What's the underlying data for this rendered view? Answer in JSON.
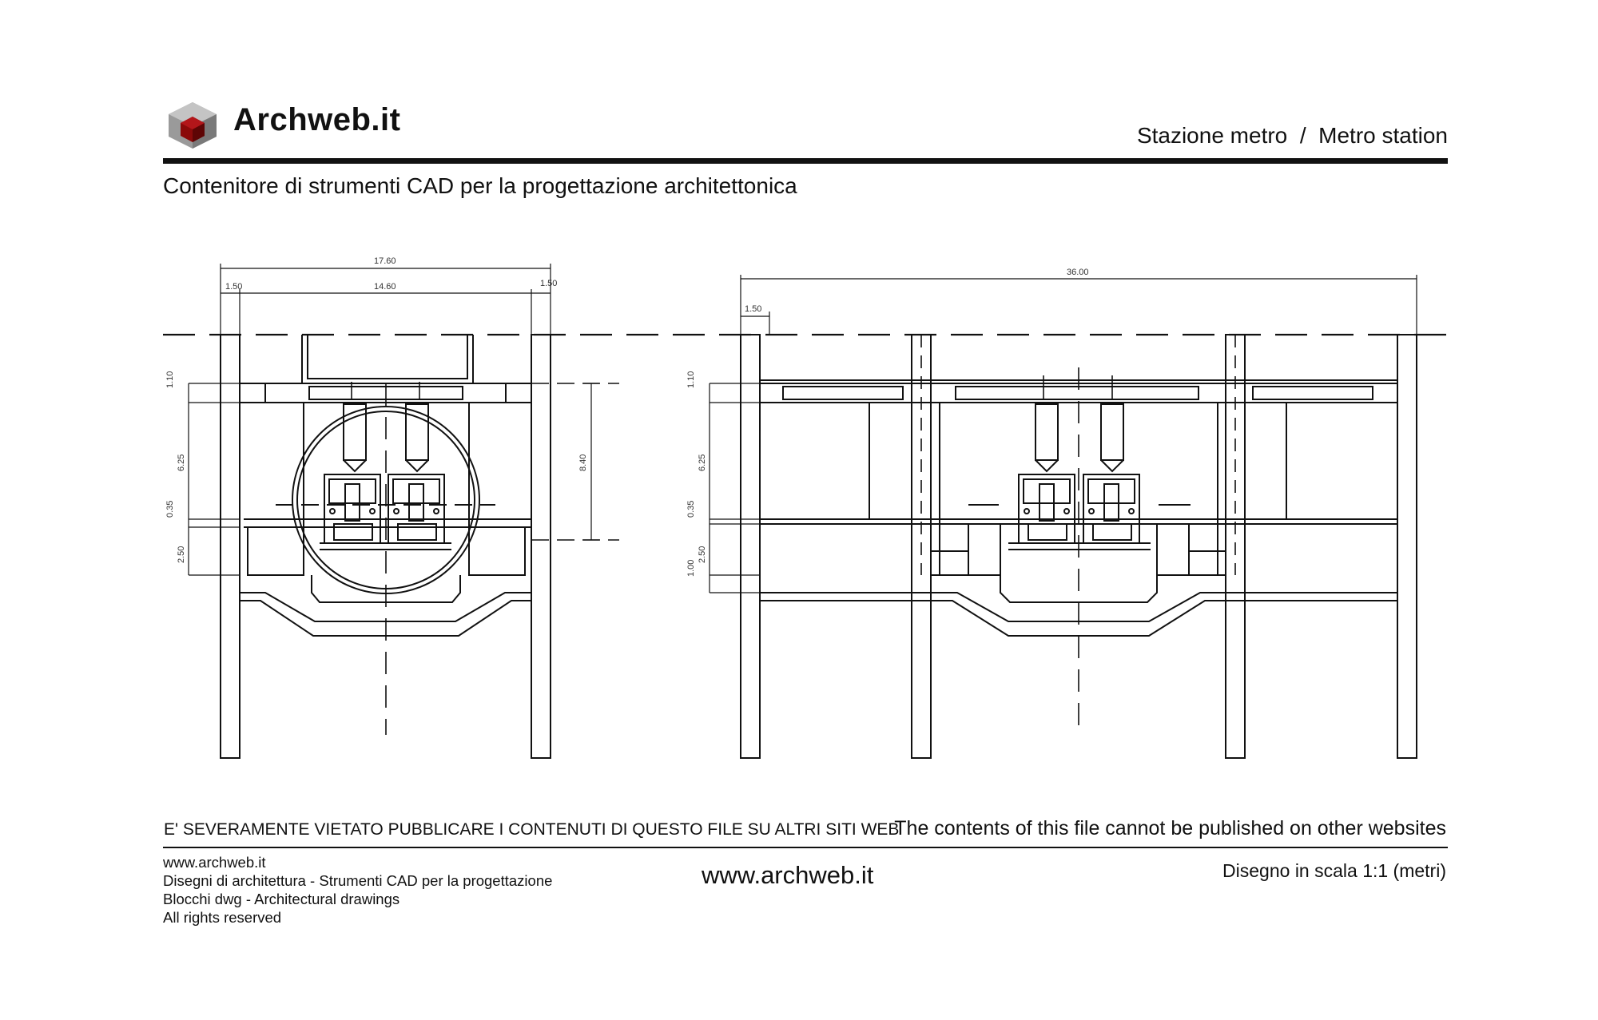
{
  "header": {
    "logo_text": "Archweb.it",
    "title_right": "Stazione metro  /  Metro station",
    "tagline": "Contenitore di strumenti CAD per la progettazione architettonica"
  },
  "drawing": {
    "left_section": {
      "dim_total": "17.60",
      "dim_left": "1.50",
      "dim_mid": "14.60",
      "dim_right": "1.50",
      "dim_v1": "1.10",
      "dim_v2": "6.25",
      "dim_v3": "0.35",
      "dim_v4": "2.50",
      "dim_height": "8.40"
    },
    "right_section": {
      "dim_total": "36.00",
      "dim_left": "1.50",
      "dim_v1": "1.10",
      "dim_v2": "6.25",
      "dim_v3": "0.35",
      "dim_v4": "2.50",
      "dim_v5": "1.00"
    }
  },
  "footer": {
    "warning_it": "E' SEVERAMENTE VIETATO PUBBLICARE I CONTENUTI DI QUESTO FILE SU ALTRI SITI WEB",
    "warning_en": "The contents of this file cannot be published on other websites",
    "credits": [
      "www.archweb.it",
      "Disegni di architettura - Strumenti CAD  per la progettazione",
      "Blocchi dwg - Architectural drawings",
      "All rights reserved"
    ],
    "site_center": "www.archweb.it",
    "scale_note": "Disegno in scala 1:1 (metri)"
  },
  "colors": {
    "logo_red": "#8b0a0a",
    "logo_grey": "#8a8a8a",
    "ink": "#111111"
  }
}
